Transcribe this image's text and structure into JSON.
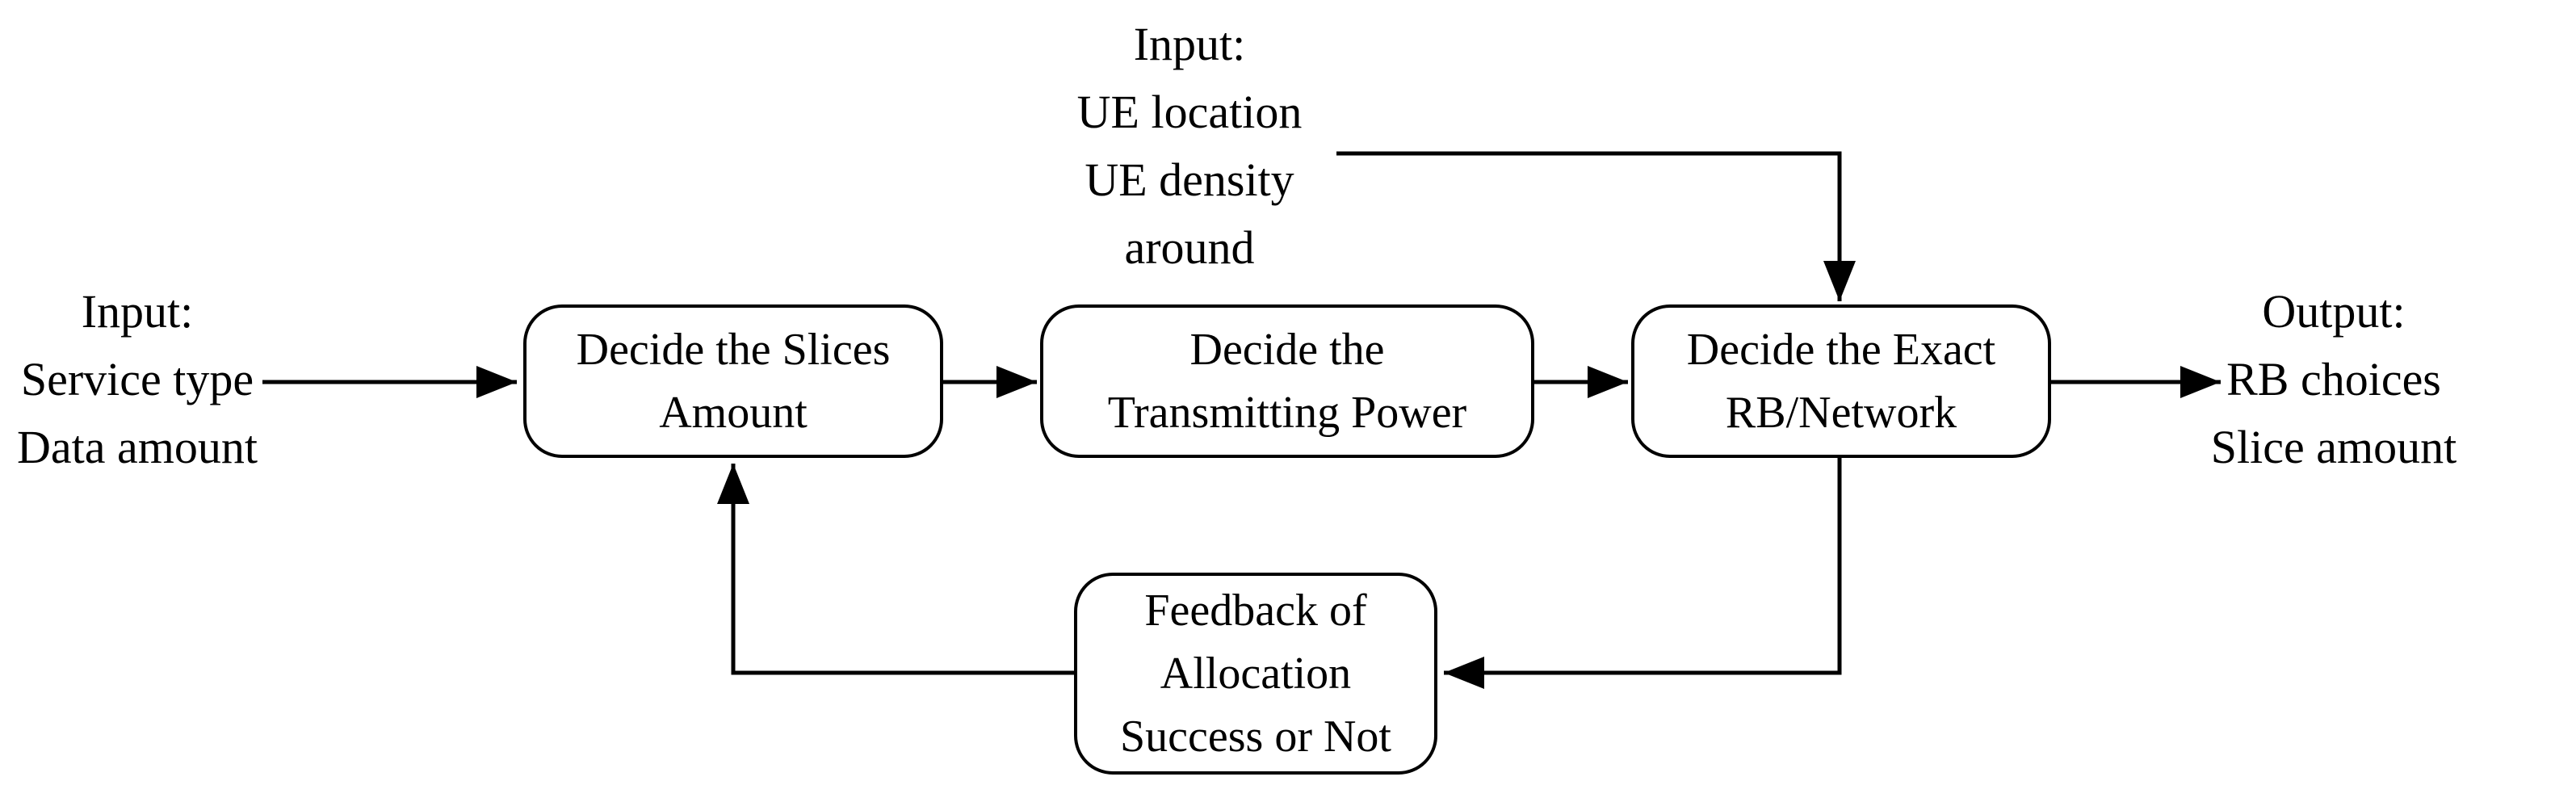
{
  "diagram": {
    "colors": {
      "stroke": "#000000",
      "background": "#ffffff",
      "text": "#000000"
    },
    "input_left": {
      "lines": [
        "Input:",
        "Service type",
        "Data amount"
      ]
    },
    "input_top": {
      "lines": [
        "Input:",
        "UE location",
        "UE density",
        "around"
      ]
    },
    "output_right": {
      "lines": [
        "Output:",
        "RB choices",
        "Slice amount"
      ]
    },
    "boxes": [
      {
        "id": "decide-slices-amount",
        "lines": [
          "Decide the Slices",
          "Amount"
        ]
      },
      {
        "id": "decide-transmitting-power",
        "lines": [
          "Decide the",
          "Transmitting Power"
        ]
      },
      {
        "id": "decide-exact-rb-network",
        "lines": [
          "Decide the Exact",
          "RB/Network"
        ]
      },
      {
        "id": "feedback-allocation",
        "lines": [
          "Feedback of",
          "Allocation",
          "Success or Not"
        ]
      }
    ]
  }
}
